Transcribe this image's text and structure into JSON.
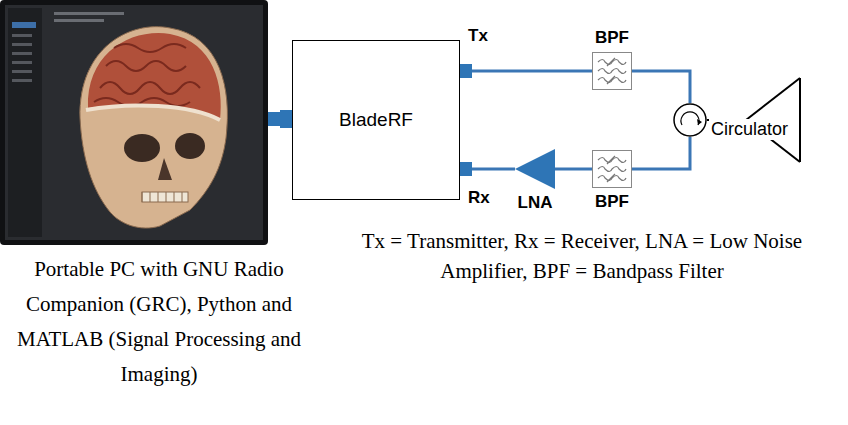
{
  "diagram": {
    "nodes": [
      {
        "text": [
          "Portable PC with GNU Radio Companion (GRC), Python and MATLAB (Signal Processing and Imaging)"
        ]
      },
      {
        "text": [
          "BladeRF"
        ]
      },
      {
        "text": [
          "BPF"
        ]
      },
      {
        "text": [
          "Circulator"
        ]
      },
      {
        "text": [
          "BPF"
        ]
      },
      {
        "text": [
          "LNA"
        ]
      }
    ],
    "edges": [
      {
        "from": 0,
        "to": 1,
        "arrow": "none"
      },
      {
        "from": 1,
        "to": 2,
        "arrow": "none"
      },
      {
        "from": 2,
        "to": 3,
        "arrow": "none"
      },
      {
        "from": 3,
        "to": 4,
        "arrow": "none"
      },
      {
        "from": 4,
        "to": 5,
        "arrow": "none"
      },
      {
        "from": 5,
        "to": 1,
        "arrow": "none"
      }
    ],
    "labels": [
      "Tx",
      "Rx",
      "Tx = Transmitter, Rx = Receiver, LNA = Low Noise Amplifier, BPF = Bandpass Filter"
    ]
  }
}
